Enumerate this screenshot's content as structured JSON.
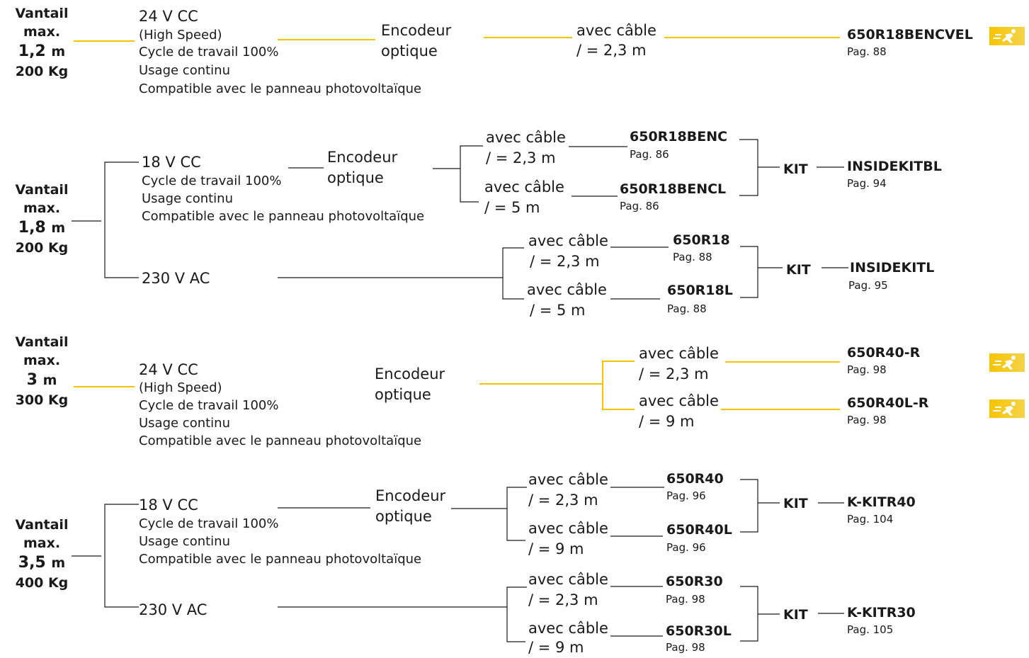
{
  "colors": {
    "accent": "#f5c400",
    "line": "#1a1a1a"
  },
  "icons": {
    "speed": "running-man-icon"
  },
  "groups": [
    {
      "vantail": "Vantail",
      "max": "max.",
      "size": "1,2",
      "unit": "m",
      "weight": "200 Kg",
      "motor": "24 V CC",
      "motor_sub": "(High Speed)",
      "specs": [
        "Cycle de travail 100%",
        "Usage continu",
        "Compatible avec le panneau photovoltaïque"
      ],
      "enc1": "Encodeur",
      "enc2": "optique",
      "cable": "avec câble",
      "cable_len": "/ = 2,3 m",
      "code": "650R18BENCVEL",
      "pag": "Pag. 88"
    },
    {
      "vantail": "Vantail",
      "max": "max.",
      "size": "1,8",
      "unit": "m",
      "weight": "200 Kg",
      "motor": "18 V CC",
      "specs": [
        "Cycle de travail 100%",
        "Usage continu",
        "Compatible avec le panneau photovoltaïque"
      ],
      "enc1": "Encodeur",
      "enc2": "optique",
      "motor2": "230 V AC",
      "rows": [
        {
          "cable": "avec câble",
          "len": "/ = 2,3 m",
          "code": "650R18BENC",
          "pag": "Pag. 86"
        },
        {
          "cable": "avec câble",
          "len": "/ = 5 m",
          "code": "650R18BENCL",
          "pag": "Pag. 86"
        },
        {
          "cable": "avec câble",
          "len": "/ = 2,3 m",
          "code": "650R18",
          "pag": "Pag. 88"
        },
        {
          "cable": "avec câble",
          "len": "/ = 5 m",
          "code": "650R18L",
          "pag": "Pag. 88"
        }
      ],
      "kit": "KIT",
      "kits": [
        {
          "code": "INSIDEKITBL",
          "pag": "Pag. 94"
        },
        {
          "code": "INSIDEKITL",
          "pag": "Pag. 95"
        }
      ]
    },
    {
      "vantail": "Vantail",
      "max": "max.",
      "size": "3",
      "unit": "m",
      "weight": "300 Kg",
      "motor": "24 V CC",
      "motor_sub": "(High Speed)",
      "specs": [
        "Cycle de travail 100%",
        "Usage continu",
        "Compatible avec le panneau photovoltaïque"
      ],
      "enc1": "Encodeur",
      "enc2": "optique",
      "rows": [
        {
          "cable": "avec câble",
          "len": "/ = 2,3 m",
          "code": "650R40-R",
          "pag": "Pag. 98"
        },
        {
          "cable": "avec câble",
          "len": "/ = 9 m",
          "code": "650R40L-R",
          "pag": "Pag. 98"
        }
      ]
    },
    {
      "vantail": "Vantail",
      "max": "max.",
      "size": "3,5",
      "unit": "m",
      "weight": "400 Kg",
      "motor": "18 V CC",
      "specs": [
        "Cycle de travail 100%",
        "Usage continu",
        "Compatible avec le panneau photovoltaïque"
      ],
      "enc1": "Encodeur",
      "enc2": "optique",
      "motor2": "230 V AC",
      "rows": [
        {
          "cable": "avec câble",
          "len": "/ = 2,3 m",
          "code": "650R40",
          "pag": "Pag. 96"
        },
        {
          "cable": "avec câble",
          "len": "/ = 9 m",
          "code": "650R40L",
          "pag": "Pag. 96"
        },
        {
          "cable": "avec câble",
          "len": "/ = 2,3 m",
          "code": "650R30",
          "pag": "Pag. 98"
        },
        {
          "cable": "avec câble",
          "len": "/ = 9 m",
          "code": "650R30L",
          "pag": "Pag. 98"
        }
      ],
      "kit": "KIT",
      "kits": [
        {
          "code": "K-KITR40",
          "pag": "Pag. 104"
        },
        {
          "code": "K-KITR30",
          "pag": "Pag. 105"
        }
      ]
    }
  ]
}
